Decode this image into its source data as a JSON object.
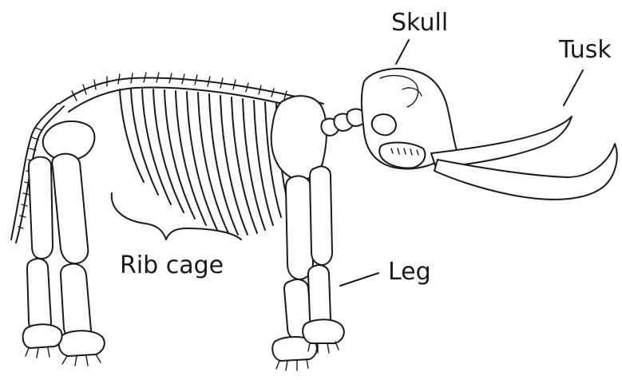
{
  "labels": {
    "skull": "Skull",
    "tusk": "Tusk",
    "rib_cage": "Rib cage",
    "leg": "Leg"
  },
  "colors": {
    "line": "#1a1a1a",
    "background": "#ffffff"
  }
}
